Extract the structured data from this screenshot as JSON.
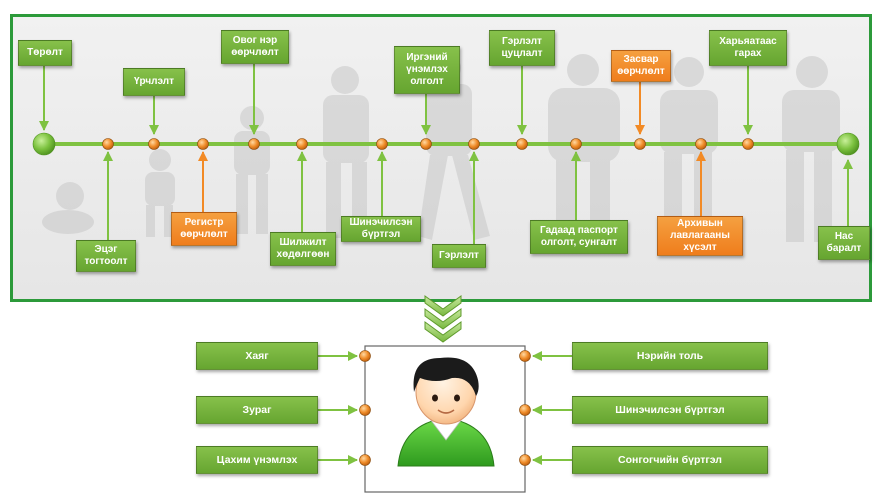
{
  "colors": {
    "frame_border": "#2c9a3a",
    "timeline": "#7fc241",
    "box_green": "#78b53f",
    "box_orange": "#f28a25",
    "node_orange": "#e67e22",
    "end_node_green": "#6aaf2b"
  },
  "timeline_events": [
    {
      "label": "Төрөлт",
      "color": "green"
    },
    {
      "label": "Эцэг тогтоолт",
      "color": "green"
    },
    {
      "label": "Үрчлэлт",
      "color": "green"
    },
    {
      "label": "Регистр өөрчлөлт",
      "color": "orange"
    },
    {
      "label": "Овог нэр өөрчлөлт",
      "color": "green"
    },
    {
      "label": "Шилжилт хөдөлгөөн",
      "color": "green"
    },
    {
      "label": "Шинэчилсэн бүртгэл",
      "color": "green"
    },
    {
      "label": "Иргэний үнэмлэх олголт",
      "color": "green"
    },
    {
      "label": "Гэрлэлт",
      "color": "green"
    },
    {
      "label": "Гэрлэлт цуцлалт",
      "color": "green"
    },
    {
      "label": "Гадаад паспорт олголт, сунгалт",
      "color": "green"
    },
    {
      "label": "Засвар өөрчлөлт",
      "color": "orange"
    },
    {
      "label": "Архивын лавлагааны хүсэлт",
      "color": "orange"
    },
    {
      "label": "Харьяатаас гарах",
      "color": "green"
    },
    {
      "label": "Нас баралт",
      "color": "green"
    }
  ],
  "down_arrows_icon": "triple-chevron-down",
  "person_icon": "user-avatar-icon",
  "left_records": [
    "Хаяг",
    "Зураг",
    "Цахим үнэмлэх"
  ],
  "right_records": [
    "Нэрийн толь",
    "Шинэчилсэн бүртгэл",
    "Сонгогчийн бүртгэл"
  ]
}
